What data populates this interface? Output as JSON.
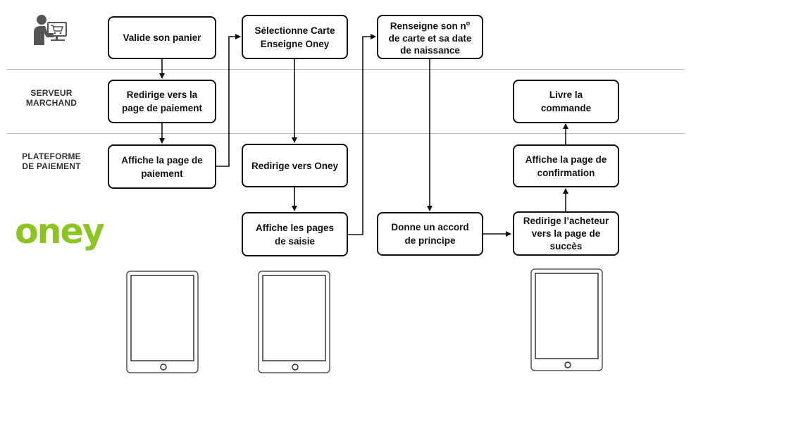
{
  "lanes": {
    "serveur": "SERVEUR\nMARCHAND",
    "plateforme": "PLATEFORME\nDE PAIEMENT",
    "oney_logo": "oney"
  },
  "icons": {
    "shopper": "shopper-at-computer-icon",
    "tablet": "tablet-icon"
  },
  "boxes": {
    "valide": "Valide son panier",
    "selectionne": "Sélectionne Carte\nEnseigne Oney",
    "renseigne": "Renseigne son n",
    "renseigne_sup": "o",
    "renseigne_rest": "de carte et sa date\nde naissance",
    "redirige_paiement": "Redirige vers la\npage de paiement",
    "livre": "Livre la\ncommande",
    "affiche_paiement": "Affiche la page de\npaiement",
    "redirige_oney": "Redirige vers Oney",
    "affiche_confirmation": "Affiche la page de\nconfirmation",
    "affiche_saisie": "Affiche les pages\nde saisie",
    "donne_accord": "Donne un accord\nde principe",
    "redirige_acheteur": "Redirige l’acheteur\nvers la page de\nsuccès"
  },
  "colors": {
    "oney_green": "#8cc520",
    "line": "#111111",
    "separator": "#bbbbbb"
  }
}
